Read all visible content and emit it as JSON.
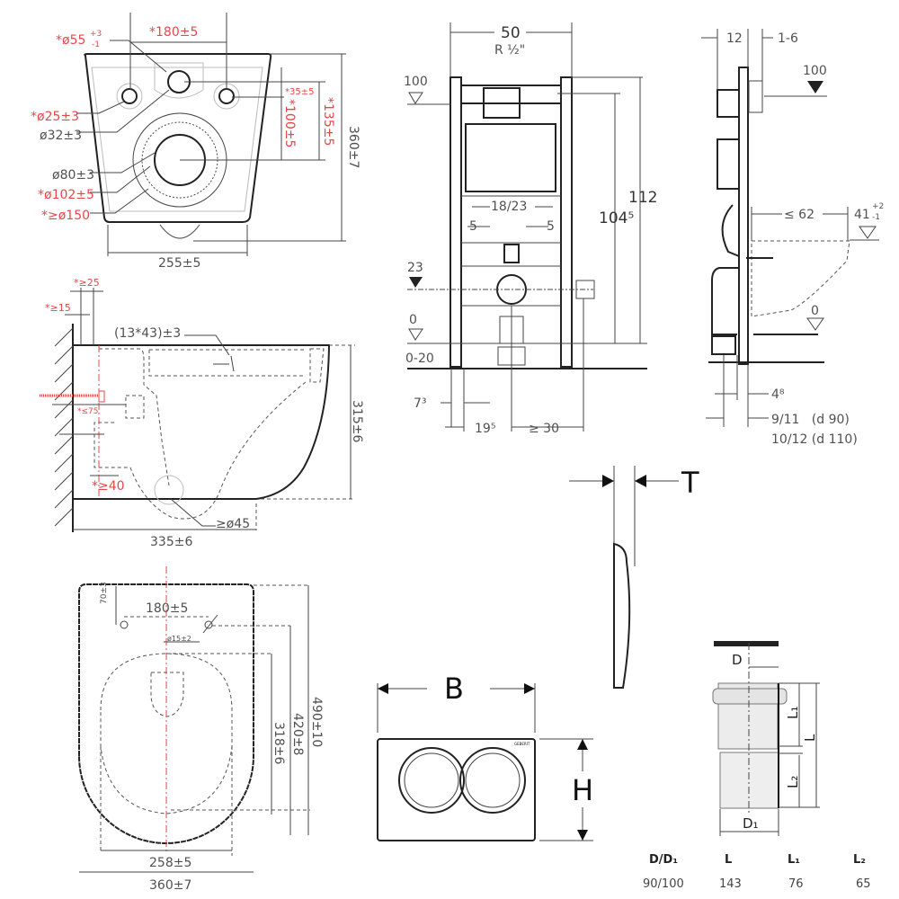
{
  "bottom_view": {
    "d55": "*ø55",
    "d55_tol_plus": "+3",
    "d55_tol_minus": "-1",
    "span180": "*180±5",
    "d25": "*ø25±3",
    "d32": "ø32±3",
    "d80": "ø80±3",
    "d102": "*ø102±5",
    "d150": "*≥ø150",
    "dim35": "*35±5",
    "dim100": "*100±5",
    "dim135": "*135±5",
    "dim360": "360±7",
    "dim255": "255±5"
  },
  "side_view": {
    "ge25": "*≥25",
    "ge15": "*≥15",
    "slot": "(13*43)±3",
    "le75": "*≤75",
    "ge40": "*≥40",
    "ge45": "≥ø45",
    "dim335": "335±6",
    "dim315": "315±6"
  },
  "frame_front": {
    "width": "50",
    "thread": "R ½\"",
    "level100": "100",
    "h112": "112",
    "h1045": "104⁵",
    "d1823": "18/23",
    "five_left": "5",
    "five_right": "5",
    "level23": "23",
    "level0": "0",
    "range020": "0-20",
    "d73": "7³",
    "d195": "19⁵",
    "ge30": "≥ 30"
  },
  "frame_side": {
    "d12": "12",
    "d16": "1-6",
    "level100": "100",
    "le62": "≤ 62",
    "h41": "41",
    "h41_plus": "+2",
    "h41_minus": "-1",
    "level0": "0",
    "d48": "4⁸",
    "d911": "9/11   (d 90)",
    "d1012": "10/12 (d 110)"
  },
  "top_view": {
    "d70": "70±3",
    "span180": "180±5",
    "d15": "ø15±2",
    "d318": "318±6",
    "d420": "420±8",
    "d490": "490±10",
    "d258": "258±5",
    "d360": "360±7"
  },
  "flush_plate": {
    "thickness": "T",
    "width": "B",
    "height": "H",
    "brand": "GEBERIT"
  },
  "pipe": {
    "d": "D",
    "l1": "L₁",
    "l": "L",
    "l2": "L₂",
    "d1": "D₁",
    "table": {
      "headers": [
        "D/D₁",
        "L",
        "L₁",
        "L₂"
      ],
      "rows": [
        [
          "90/100",
          "143",
          "76",
          "65"
        ]
      ]
    }
  },
  "colors": {
    "required_dimension": "#e8474a",
    "dimension": "#505050"
  }
}
